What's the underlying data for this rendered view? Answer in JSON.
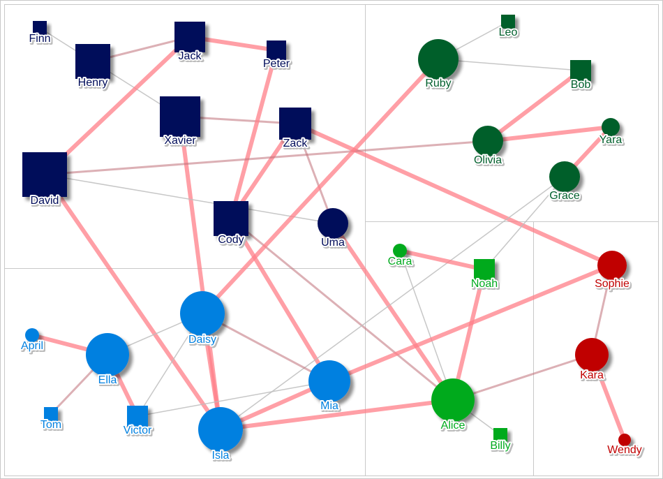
{
  "groups": [
    {
      "id": "navy",
      "color": "#000c5a"
    },
    {
      "id": "green",
      "color": "#005f2c"
    },
    {
      "id": "blue",
      "color": "#0080e0"
    },
    {
      "id": "lime",
      "color": "#00aa1e"
    },
    {
      "id": "red",
      "color": "#c00000"
    }
  ],
  "nodes": [
    {
      "id": "Finn",
      "label": "Finn",
      "group": "navy",
      "shape": "square",
      "size": 20
    },
    {
      "id": "Henry",
      "label": "Henry",
      "group": "navy",
      "shape": "square",
      "size": 50
    },
    {
      "id": "Jack",
      "label": "Jack",
      "group": "navy",
      "shape": "square",
      "size": 44
    },
    {
      "id": "Peter",
      "label": "Peter",
      "group": "navy",
      "shape": "square",
      "size": 28
    },
    {
      "id": "Xavier",
      "label": "Xavier",
      "group": "navy",
      "shape": "square",
      "size": 58
    },
    {
      "id": "Zack",
      "label": "Zack",
      "group": "navy",
      "shape": "square",
      "size": 46
    },
    {
      "id": "David",
      "label": "David",
      "group": "navy",
      "shape": "square",
      "size": 64
    },
    {
      "id": "Cody",
      "label": "Cody",
      "group": "navy",
      "shape": "square",
      "size": 50
    },
    {
      "id": "Uma",
      "label": "Uma",
      "group": "navy",
      "shape": "circle",
      "size": 44
    },
    {
      "id": "Leo",
      "label": "Leo",
      "group": "green",
      "shape": "square",
      "size": 20
    },
    {
      "id": "Ruby",
      "label": "Ruby",
      "group": "green",
      "shape": "circle",
      "size": 58
    },
    {
      "id": "Bob",
      "label": "Bob",
      "group": "green",
      "shape": "square",
      "size": 30
    },
    {
      "id": "Olivia",
      "label": "Olivia",
      "group": "green",
      "shape": "circle",
      "size": 44
    },
    {
      "id": "Yara",
      "label": "Yara",
      "group": "green",
      "shape": "circle",
      "size": 26
    },
    {
      "id": "Grace",
      "label": "Grace",
      "group": "green",
      "shape": "circle",
      "size": 44
    },
    {
      "id": "Cara",
      "label": "Cara",
      "group": "lime",
      "shape": "circle",
      "size": 20
    },
    {
      "id": "Noah",
      "label": "Noah",
      "group": "lime",
      "shape": "square",
      "size": 30
    },
    {
      "id": "Alice",
      "label": "Alice",
      "group": "lime",
      "shape": "circle",
      "size": 62
    },
    {
      "id": "Billy",
      "label": "Billy",
      "group": "lime",
      "shape": "square",
      "size": 20
    },
    {
      "id": "Sophie",
      "label": "Sophie",
      "group": "red",
      "shape": "circle",
      "size": 42
    },
    {
      "id": "Kara",
      "label": "Kara",
      "group": "red",
      "shape": "circle",
      "size": 48
    },
    {
      "id": "Wendy",
      "label": "Wendy",
      "group": "red",
      "shape": "circle",
      "size": 18
    },
    {
      "id": "Daisy",
      "label": "Daisy",
      "group": "blue",
      "shape": "circle",
      "size": 64
    },
    {
      "id": "April",
      "label": "April",
      "group": "blue",
      "shape": "circle",
      "size": 20
    },
    {
      "id": "Ella",
      "label": "Ella",
      "group": "blue",
      "shape": "circle",
      "size": 62
    },
    {
      "id": "Tom",
      "label": "Tom",
      "group": "blue",
      "shape": "square",
      "size": 20
    },
    {
      "id": "Victor",
      "label": "Victor",
      "group": "blue",
      "shape": "square",
      "size": 30
    },
    {
      "id": "Mia",
      "label": "Mia",
      "group": "blue",
      "shape": "circle",
      "size": 60
    },
    {
      "id": "Isla",
      "label": "Isla",
      "group": "blue",
      "shape": "circle",
      "size": 64
    }
  ],
  "edges": [
    {
      "source": "Finn",
      "target": "Henry",
      "kind": "weak"
    },
    {
      "source": "Henry",
      "target": "Jack",
      "kind": "medium"
    },
    {
      "source": "Henry",
      "target": "Xavier",
      "kind": "weak"
    },
    {
      "source": "Jack",
      "target": "Peter",
      "kind": "strong"
    },
    {
      "source": "Jack",
      "target": "David",
      "kind": "strong"
    },
    {
      "source": "Xavier",
      "target": "Zack",
      "kind": "medium"
    },
    {
      "source": "Xavier",
      "target": "Isla",
      "kind": "strong"
    },
    {
      "source": "Peter",
      "target": "Cody",
      "kind": "strong"
    },
    {
      "source": "Zack",
      "target": "Cody",
      "kind": "strong"
    },
    {
      "source": "Zack",
      "target": "Uma",
      "kind": "medium"
    },
    {
      "source": "Zack",
      "target": "Sophie",
      "kind": "strong"
    },
    {
      "source": "David",
      "target": "Olivia",
      "kind": "medium"
    },
    {
      "source": "David",
      "target": "Uma",
      "kind": "weak"
    },
    {
      "source": "David",
      "target": "Isla",
      "kind": "strong"
    },
    {
      "source": "Cody",
      "target": "Mia",
      "kind": "strong"
    },
    {
      "source": "Cody",
      "target": "Alice",
      "kind": "medium"
    },
    {
      "source": "Uma",
      "target": "Alice",
      "kind": "strong"
    },
    {
      "source": "Ruby",
      "target": "Daisy",
      "kind": "strong"
    },
    {
      "source": "Ruby",
      "target": "Leo",
      "kind": "weak"
    },
    {
      "source": "Ruby",
      "target": "Bob",
      "kind": "weak"
    },
    {
      "source": "Bob",
      "target": "Olivia",
      "kind": "strong"
    },
    {
      "source": "Olivia",
      "target": "Yara",
      "kind": "strong"
    },
    {
      "source": "Yara",
      "target": "Grace",
      "kind": "strong"
    },
    {
      "source": "Grace",
      "target": "Noah",
      "kind": "weak"
    },
    {
      "source": "Grace",
      "target": "Isla",
      "kind": "weak"
    },
    {
      "source": "Cara",
      "target": "Noah",
      "kind": "strong"
    },
    {
      "source": "Cara",
      "target": "Alice",
      "kind": "weak"
    },
    {
      "source": "Noah",
      "target": "Alice",
      "kind": "strong"
    },
    {
      "source": "Alice",
      "target": "Billy",
      "kind": "weak"
    },
    {
      "source": "Alice",
      "target": "Kara",
      "kind": "medium"
    },
    {
      "source": "Alice",
      "target": "Isla",
      "kind": "strong"
    },
    {
      "source": "Sophie",
      "target": "Mia",
      "kind": "strong"
    },
    {
      "source": "Sophie",
      "target": "Kara",
      "kind": "medium"
    },
    {
      "source": "Kara",
      "target": "Wendy",
      "kind": "strong"
    },
    {
      "source": "Daisy",
      "target": "Ella",
      "kind": "weak"
    },
    {
      "source": "Daisy",
      "target": "Mia",
      "kind": "medium"
    },
    {
      "source": "Daisy",
      "target": "Victor",
      "kind": "weak"
    },
    {
      "source": "Daisy",
      "target": "Isla",
      "kind": "strong"
    },
    {
      "source": "April",
      "target": "Ella",
      "kind": "strong"
    },
    {
      "source": "Ella",
      "target": "Tom",
      "kind": "medium"
    },
    {
      "source": "Ella",
      "target": "Victor",
      "kind": "strong"
    },
    {
      "source": "Victor",
      "target": "Mia",
      "kind": "weak"
    },
    {
      "source": "Mia",
      "target": "Isla",
      "kind": "strong"
    }
  ],
  "edge_styles": {
    "strong": {
      "color": "#ff7f88",
      "opacity": 0.75,
      "width": 6
    },
    "medium": {
      "color": "#c07078",
      "opacity": 0.55,
      "width": 3
    },
    "weak": {
      "color": "#bdbdbd",
      "opacity": 0.85,
      "width": 1.5
    }
  }
}
